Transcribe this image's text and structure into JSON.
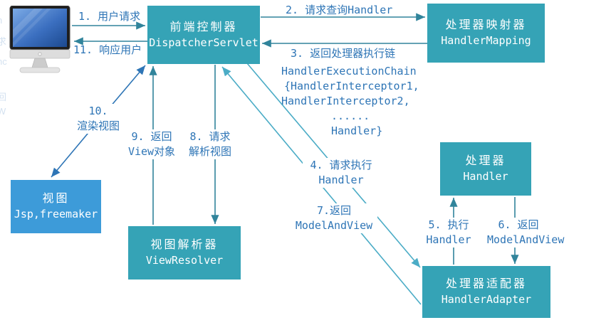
{
  "diagram": {
    "title_hint": "Spring MVC DispatcherServlet request flow",
    "boxes": {
      "dispatcher": {
        "title": "前端控制器",
        "subtitle": "DispatcherServlet"
      },
      "handler_mapping": {
        "title": "处理器映射器",
        "subtitle": "HandlerMapping"
      },
      "handler": {
        "title": "处理器",
        "subtitle": "Handler"
      },
      "handler_adapter": {
        "title": "处理器适配器",
        "subtitle": "HandlerAdapter"
      },
      "view_resolver": {
        "title": "视图解析器",
        "subtitle": "ViewResolver"
      },
      "view": {
        "title": "视图",
        "subtitle": "Jsp,freemaker"
      }
    },
    "labels": {
      "step1": "1. 用户请求",
      "step11": "11. 响应用户",
      "step2": "2. 请求查询Handler",
      "step3": "3. 返回处理器执行链",
      "chain": {
        "l1": "HandlerExecutionChain",
        "l2": "{HandlerInterceptor1,",
        "l3": "HandlerInterceptor2,",
        "l4": "......",
        "l5": "Handler}"
      },
      "step4a": "4. 请求执行",
      "step4b": "Handler",
      "step5a": "5. 执行",
      "step5b": "Handler",
      "step6a": "6. 返回",
      "step6b": "ModelAndView",
      "step7a": "7.返回",
      "step7b": "ModelAndView",
      "step8a": "8. 请求",
      "step8b": "解析视图",
      "step9a": "9. 返回",
      "step9b": "View对象",
      "step10a": "10.",
      "step10b": "渲染视图"
    },
    "icons": {
      "client": "computer-icon"
    },
    "colors": {
      "box_teal": "#35a3b6",
      "box_blue": "#3d9bd9",
      "label_blue": "#2e75b6",
      "line_teal": "#31849b",
      "line_light_teal": "#4bacc6",
      "box_text": "#ffffff"
    },
    "ghost": [
      "n",
      "求",
      "nc",
      "回",
      "W"
    ]
  }
}
